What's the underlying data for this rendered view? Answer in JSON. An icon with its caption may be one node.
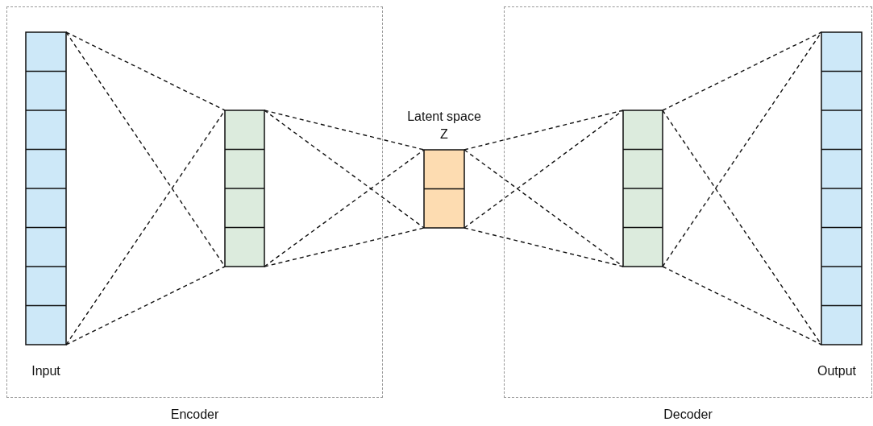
{
  "diagram": {
    "nodes": [
      {
        "text": [
          "Encoder"
        ]
      },
      {
        "text": [
          "Input"
        ],
        "in": 0
      },
      {
        "text": [],
        "shape": "bar",
        "in": 0
      },
      {
        "text": [
          "Latent space Z"
        ]
      },
      {
        "text": [
          "Decoder"
        ]
      },
      {
        "text": [],
        "shape": "bar",
        "in": 4
      },
      {
        "text": [
          "Output"
        ],
        "in": 4
      }
    ],
    "edges": [
      {
        "from": 1,
        "to": 2,
        "arrow": "none",
        "style": "dashed"
      },
      {
        "from": 1,
        "to": 2,
        "arrow": "none",
        "style": "dashed"
      },
      {
        "from": 1,
        "to": 2,
        "arrow": "none",
        "style": "dashed"
      },
      {
        "from": 1,
        "to": 2,
        "arrow": "none",
        "style": "dashed"
      },
      {
        "from": 2,
        "to": 3,
        "arrow": "none",
        "style": "dashed"
      },
      {
        "from": 2,
        "to": 3,
        "arrow": "none",
        "style": "dashed"
      },
      {
        "from": 2,
        "to": 3,
        "arrow": "none",
        "style": "dashed"
      },
      {
        "from": 2,
        "to": 3,
        "arrow": "none",
        "style": "dashed"
      },
      {
        "from": 3,
        "to": 5,
        "arrow": "none",
        "style": "dashed"
      },
      {
        "from": 3,
        "to": 5,
        "arrow": "none",
        "style": "dashed"
      },
      {
        "from": 3,
        "to": 5,
        "arrow": "none",
        "style": "dashed"
      },
      {
        "from": 3,
        "to": 5,
        "arrow": "none",
        "style": "dashed"
      },
      {
        "from": 5,
        "to": 6,
        "arrow": "none",
        "style": "dashed"
      },
      {
        "from": 5,
        "to": 6,
        "arrow": "none",
        "style": "dashed"
      },
      {
        "from": 5,
        "to": 6,
        "arrow": "none",
        "style": "dashed"
      },
      {
        "from": 5,
        "to": 6,
        "arrow": "none",
        "style": "dashed"
      }
    ]
  }
}
